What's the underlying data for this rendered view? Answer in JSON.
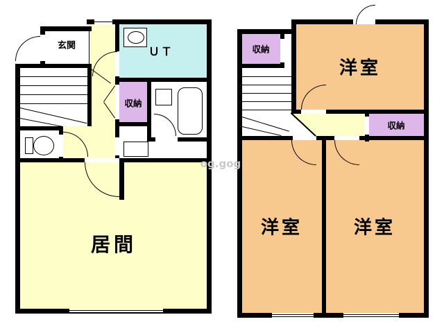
{
  "watermark": "og.gog",
  "colors": {
    "wall": "#000000",
    "hall": "#FEFEC8",
    "ut": "#C6EFEF",
    "closet": "#DDB7EA",
    "room": "#F7C98E",
    "wm": "#C9C9C9"
  },
  "floor1": {
    "entrance_label": "玄関",
    "utility_label": "ＵＴ",
    "closet_label": "収納",
    "living_label": "居間"
  },
  "floor2": {
    "closet_upper_label": "収納",
    "bedroom_top_label": "洋室",
    "closet_lower_label": "収納",
    "bedroom_left_label": "洋室",
    "bedroom_right_label": "洋室"
  }
}
